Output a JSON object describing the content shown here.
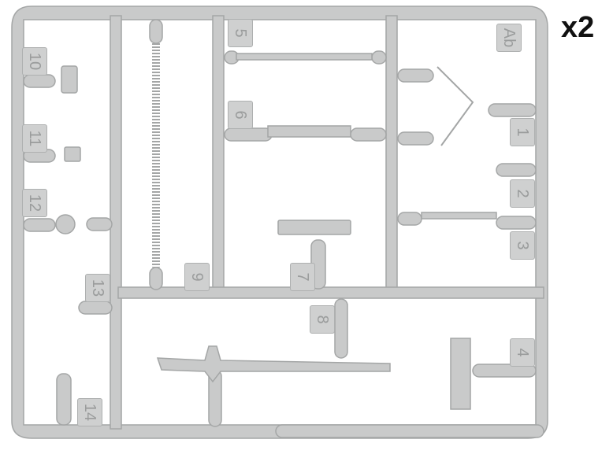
{
  "quantity_label": "x2",
  "part_numbers": {
    "ab": "Ab",
    "p1": "1",
    "p2": "2",
    "p3": "3",
    "p4": "4",
    "p5": "5",
    "p6": "6",
    "p7": "7",
    "p8": "8",
    "p9": "9",
    "p10": "10",
    "p11": "11",
    "p12": "12",
    "p13": "13",
    "p14": "14"
  },
  "colors": {
    "plastic": "#c9caca",
    "edge": "#a4a6a6",
    "text": "#111111"
  }
}
